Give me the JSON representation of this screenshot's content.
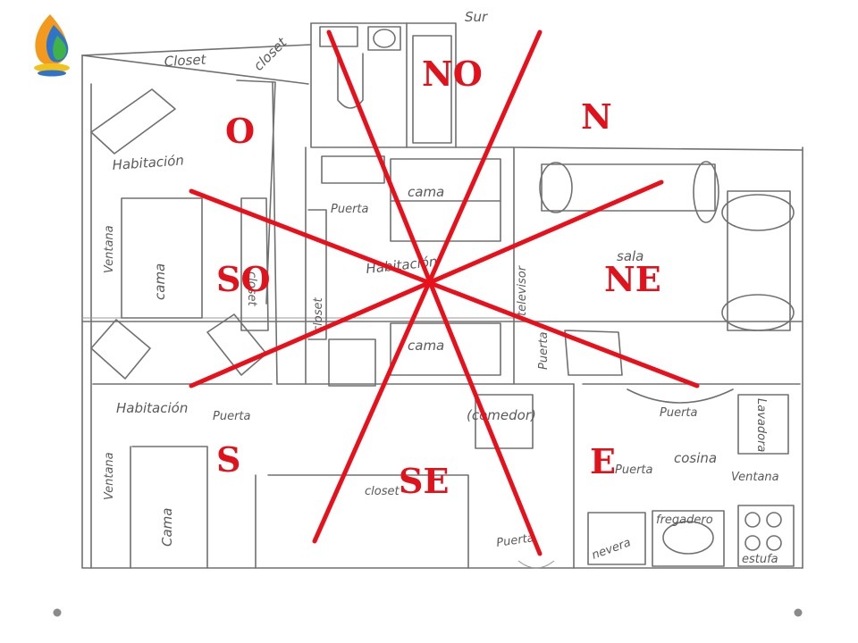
{
  "diagram": {
    "type": "floor-plan-with-compass-sectors",
    "accent_color": "#e0121c",
    "direction_labels": [
      {
        "id": "no",
        "text": "NO"
      },
      {
        "id": "n",
        "text": "N"
      },
      {
        "id": "o",
        "text": "O"
      },
      {
        "id": "ne",
        "text": "NE"
      },
      {
        "id": "so",
        "text": "SO"
      },
      {
        "id": "s",
        "text": "S"
      },
      {
        "id": "se",
        "text": "SE"
      },
      {
        "id": "e",
        "text": "E"
      }
    ],
    "plan_labels": {
      "sur": "Sur",
      "closet_top": "Closet",
      "closet_top2": "closet",
      "habitacion_1": "Habitación",
      "ventana_1": "Ventana",
      "cama_1": "cama",
      "closet_left": "closet",
      "cama_center_top": "cama",
      "puerta_center": "Puerta",
      "habitacion_center": "Habitación",
      "closet_center": "closet",
      "cama_center_bottom": "cama",
      "televisor": "televisor",
      "sala": "sala",
      "puerta_sala": "Puerta",
      "habitacion_2": "Habitación",
      "puerta_2": "Puerta",
      "ventana_2": "Ventana",
      "cama_2": "Cama",
      "comedor": "(comedor)",
      "closet_bottom": "closet",
      "puerta_bottom": "Puerta",
      "puerta_cocina": "Puerta",
      "lavadora": "Lavadora",
      "puerta_cocina2": "Puerta",
      "cocina": "cosina",
      "ventana_cocina": "Ventana",
      "nevera": "nevera",
      "fregadero": "fregadero",
      "estufa": "estufa"
    },
    "logo_icon": "flame-drop-icon",
    "nav_icons": [
      "previous-dot-icon",
      "next-dot-icon"
    ]
  }
}
